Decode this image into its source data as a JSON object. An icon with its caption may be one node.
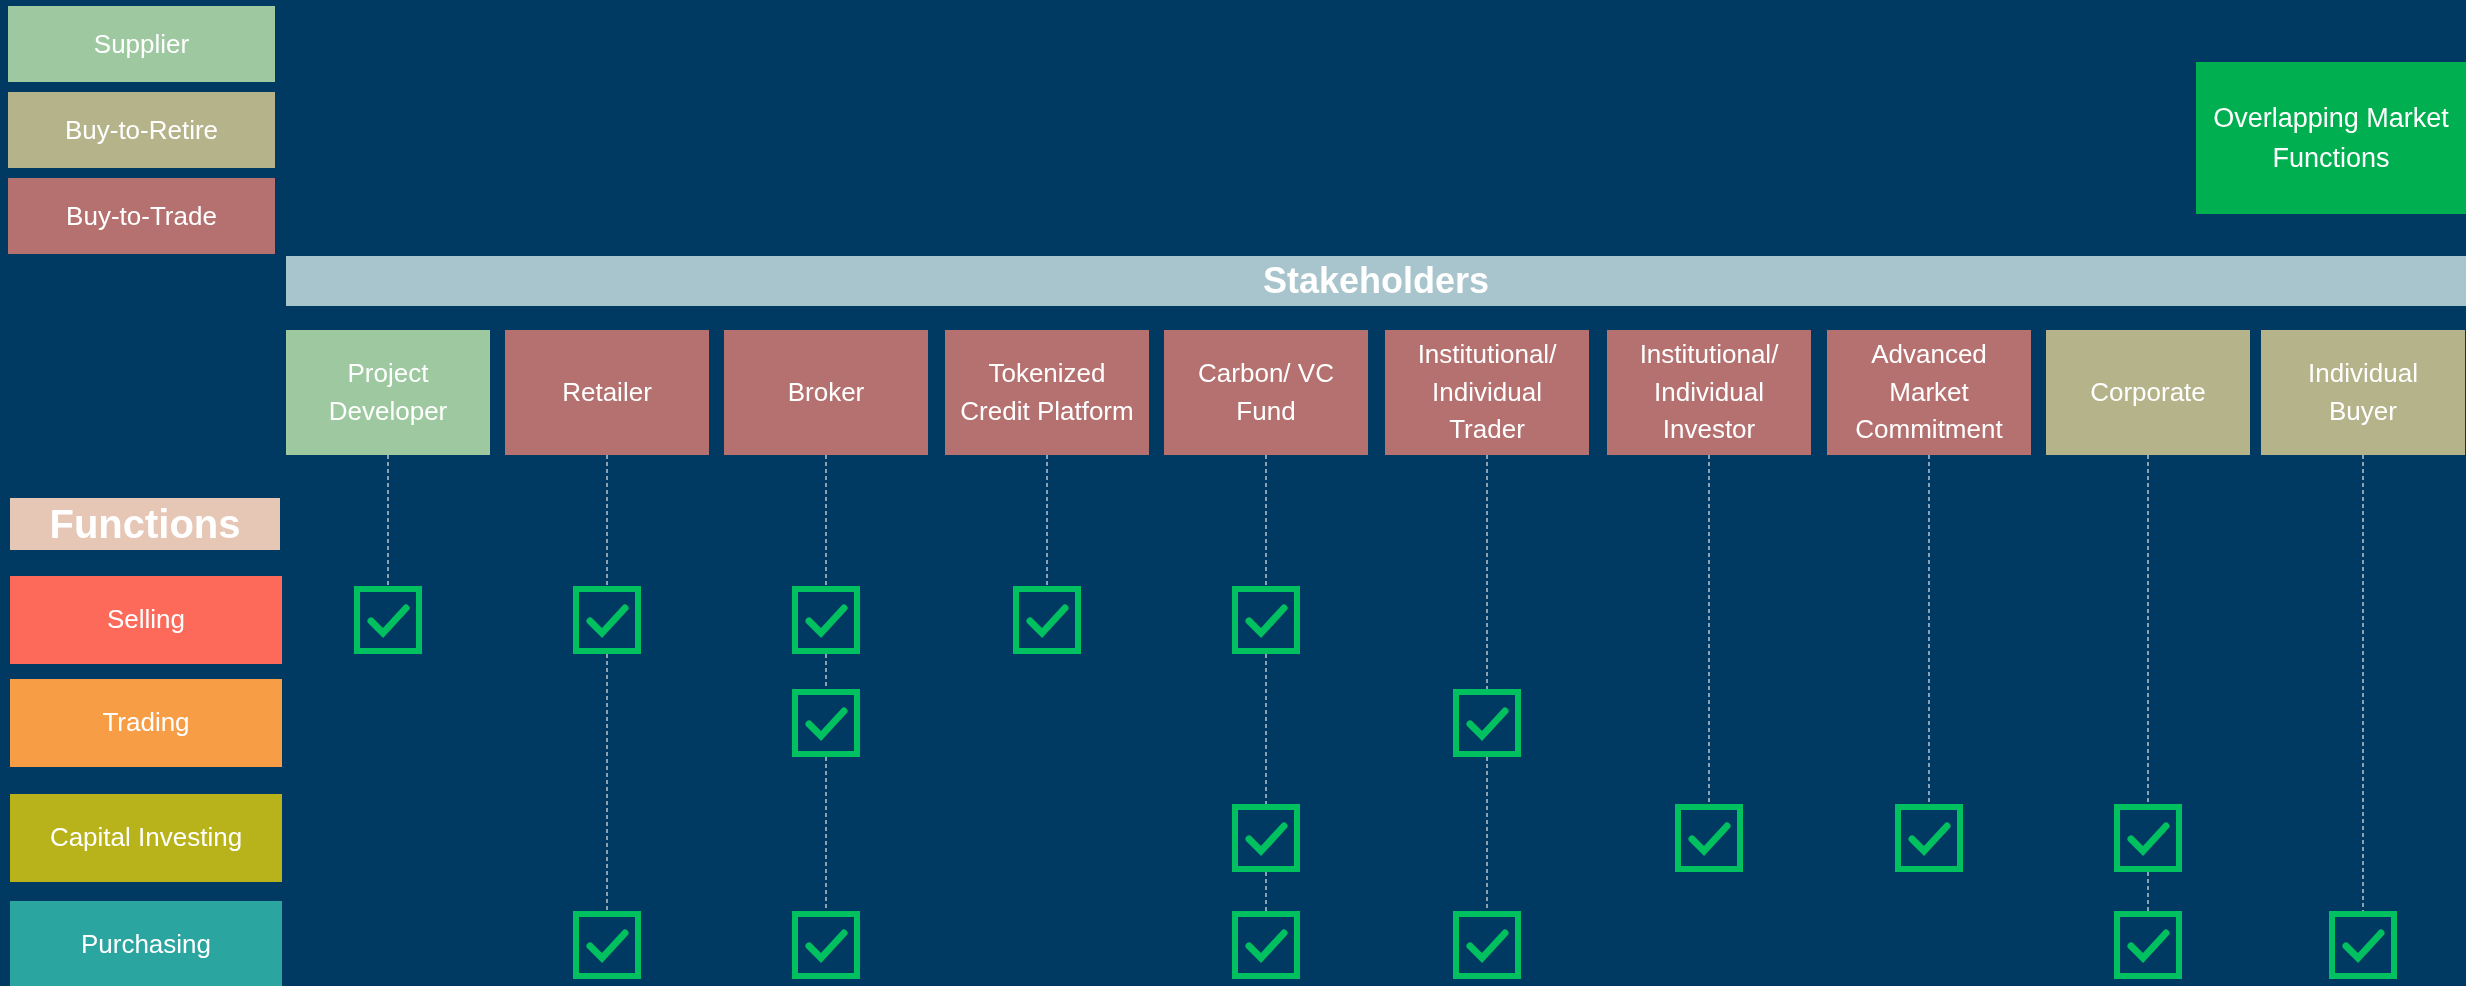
{
  "diagram": {
    "nodes": [
      {
        "text": [
          "Stakeholders"
        ]
      },
      {
        "text": [
          "Project Developer"
        ]
      },
      {
        "text": [
          "Retailer"
        ]
      },
      {
        "text": [
          "Broker"
        ]
      },
      {
        "text": [
          "Tokenized Credit Platform"
        ]
      },
      {
        "text": [
          "Carbon/ VC Fund"
        ]
      },
      {
        "text": [
          "Institutional/ Individual Trader"
        ]
      },
      {
        "text": [
          "Institutional/ Individual Investor"
        ]
      },
      {
        "text": [
          "Advanced Market Commitment"
        ]
      },
      {
        "text": [
          "Corporate"
        ]
      },
      {
        "text": [
          "Individual Buyer"
        ]
      },
      {
        "text": [
          "Functions"
        ]
      },
      {
        "text": [
          "Selling"
        ]
      },
      {
        "text": [
          "Trading"
        ]
      },
      {
        "text": [
          "Capital Investing"
        ]
      },
      {
        "text": [
          "Purchasing"
        ]
      },
      {
        "text": [],
        "shape": "picture"
      },
      {
        "text": [],
        "shape": "picture"
      },
      {
        "text": [],
        "shape": "picture"
      },
      {
        "text": [],
        "shape": "picture"
      },
      {
        "text": [],
        "shape": "picture"
      },
      {
        "text": [],
        "shape": "picture"
      },
      {
        "text": [],
        "shape": "picture"
      },
      {
        "text": [],
        "shape": "picture"
      },
      {
        "text": [],
        "shape": "picture"
      },
      {
        "text": [],
        "shape": "picture"
      },
      {
        "text": [],
        "shape": "picture"
      },
      {
        "text": [],
        "shape": "picture"
      },
      {
        "text": [],
        "shape": "picture"
      },
      {
        "text": [],
        "shape": "picture"
      },
      {
        "text": [],
        "shape": "picture"
      },
      {
        "text": [],
        "shape": "picture"
      },
      {
        "text": [],
        "shape": "picture"
      }
    ],
    "edges": [
      {
        "from": 1,
        "to": 16,
        "arrow": "none",
        "style": "dashed"
      },
      {
        "from": 2,
        "to": 17,
        "arrow": "none",
        "style": "dashed"
      },
      {
        "from": 17,
        "to": 27,
        "arrow": "none",
        "style": "dashed"
      },
      {
        "from": 3,
        "to": 18,
        "arrow": "none",
        "style": "dashed"
      },
      {
        "from": 18,
        "to": 21,
        "arrow": "none",
        "style": "dashed"
      },
      {
        "from": 21,
        "to": 28,
        "arrow": "none",
        "style": "dashed"
      },
      {
        "from": 4,
        "to": 19,
        "arrow": "none",
        "style": "dashed"
      },
      {
        "from": 5,
        "to": 20,
        "arrow": "none",
        "style": "dashed"
      },
      {
        "from": 20,
        "to": 23,
        "arrow": "none",
        "style": "dashed"
      },
      {
        "from": 23,
        "to": 29,
        "arrow": "none",
        "style": "dashed"
      },
      {
        "from": 6,
        "to": 22,
        "arrow": "none",
        "style": "dashed"
      },
      {
        "from": 22,
        "to": 30,
        "arrow": "none",
        "style": "dashed"
      },
      {
        "from": 7,
        "to": 24,
        "arrow": "none",
        "style": "dashed"
      },
      {
        "from": 8,
        "to": 25,
        "arrow": "none",
        "style": "dashed"
      },
      {
        "from": 9,
        "to": 26,
        "arrow": "none",
        "style": "dashed"
      },
      {
        "from": 26,
        "to": 31,
        "arrow": "none",
        "style": "dashed"
      },
      {
        "from": 10,
        "to": 32,
        "arrow": "none",
        "style": "dashed"
      }
    ],
    "legend": [
      {
        "text": "Supplier",
        "color": "#9dc8a0"
      },
      {
        "text": "Buy-to-Retire",
        "color": "#b5b38a"
      },
      {
        "text": "Buy-to-Trade",
        "color": "#b57170"
      },
      {
        "text": "Overlapping Market Functions",
        "color": "#00b050"
      }
    ]
  }
}
